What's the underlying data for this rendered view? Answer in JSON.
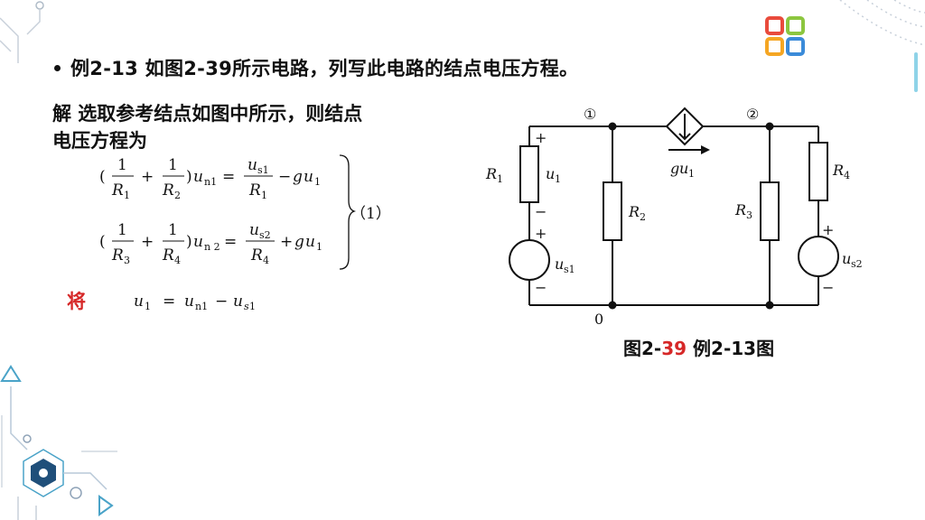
{
  "example": {
    "heading": "例2-13  如图2-39所示电路，列写此电路的结点电压方程。",
    "solution_line1": "解  选取参考结点如图中所示，则结点",
    "solution_line2": "电压方程为",
    "equation_number": "（1）",
    "jiang": "将"
  },
  "circuit": {
    "node1": "①",
    "node2": "②",
    "node0": "0",
    "plus": "+",
    "minus": "−",
    "R": "R",
    "u": "u",
    "g": "g",
    "sub1": "1",
    "sub2": "2",
    "sub3": "3",
    "sub4": "4",
    "sub_s1": "s1",
    "sub_s2": "s2"
  },
  "caption": {
    "prefix": "图2-",
    "number": "39",
    "suffix": "  例2-13图"
  },
  "theme": {
    "accent_red": "#d62828",
    "deco_blue": "#4aa3c8"
  }
}
